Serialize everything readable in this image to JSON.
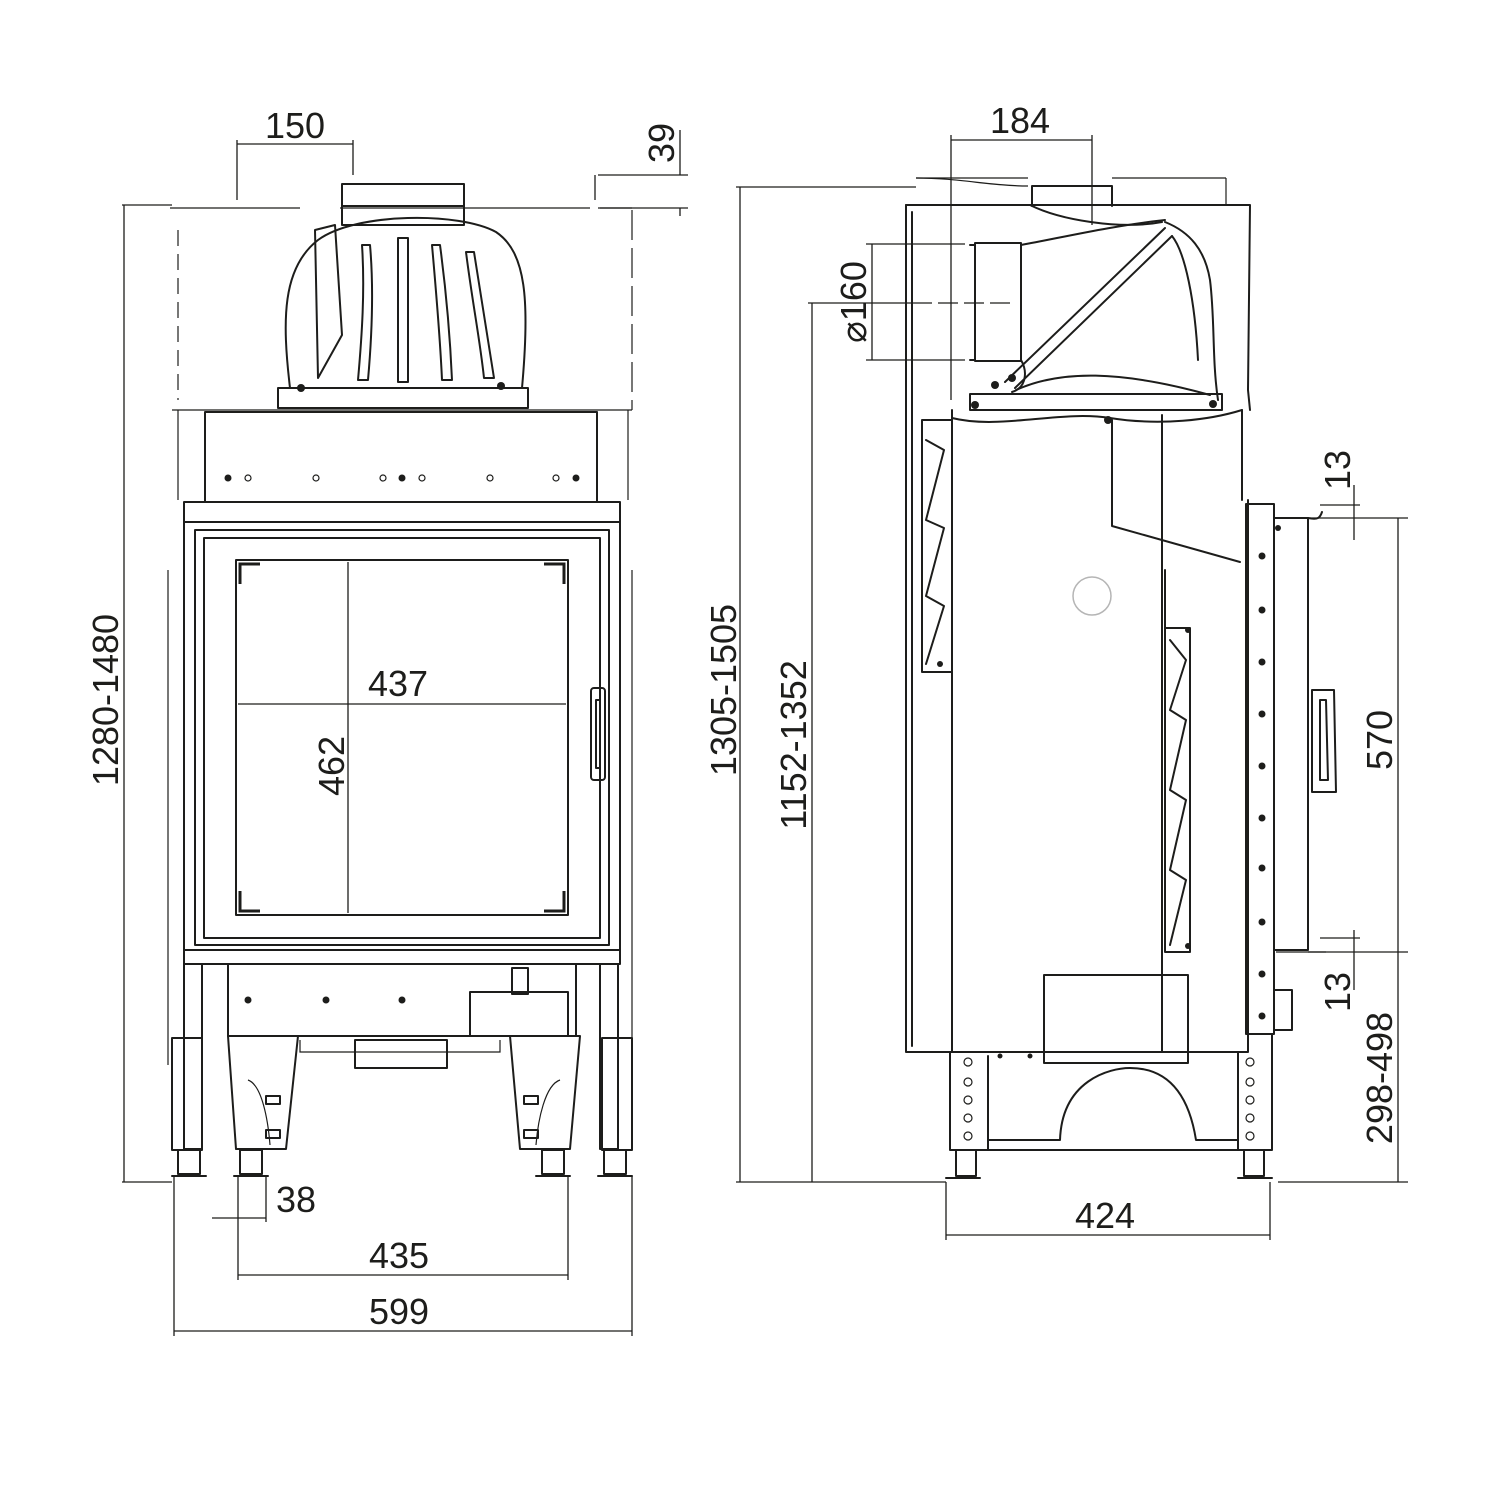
{
  "front_view": {
    "dims": {
      "outlet_width": "150",
      "top_offset": "39",
      "total_height": "1280-1480",
      "glass_width": "437",
      "glass_height": "462",
      "foot_width": "38",
      "leg_spacing": "435",
      "total_width": "599"
    }
  },
  "side_view": {
    "dims": {
      "outlet_depth": "184",
      "outlet_diameter": "⌀160",
      "total_height": "1305-1505",
      "outlet_height": "1152-1352",
      "door_top_gap": "13",
      "door_height": "570",
      "door_bottom_gap": "13",
      "door_base_height": "298-498",
      "total_depth": "424"
    }
  },
  "colors": {
    "line": "#1d1d1b",
    "background": "#ffffff"
  }
}
